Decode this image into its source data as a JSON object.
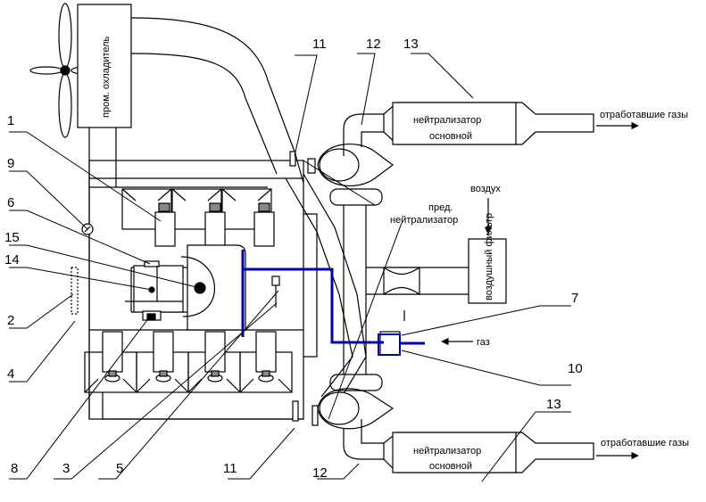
{
  "labels": {
    "intercooler": "пром. охладитель",
    "catalyst_main": "нейтрализатор",
    "catalyst_main_2": "основной",
    "exhaust": "отработавшие газы",
    "air": "воздух",
    "precatalyst_1": "пред.",
    "precatalyst_2": "нейтрализатор",
    "air_filter": "воздушный фильтр",
    "gas": "газ"
  },
  "callouts": {
    "c1": "1",
    "c2": "2",
    "c3": "3",
    "c4": "4",
    "c5": "5",
    "c6": "6",
    "c7": "7",
    "c8": "8",
    "c9": "9",
    "c10": "10",
    "c11": "11",
    "c12": "12",
    "c13": "13",
    "c14": "14",
    "c15": "15"
  }
}
